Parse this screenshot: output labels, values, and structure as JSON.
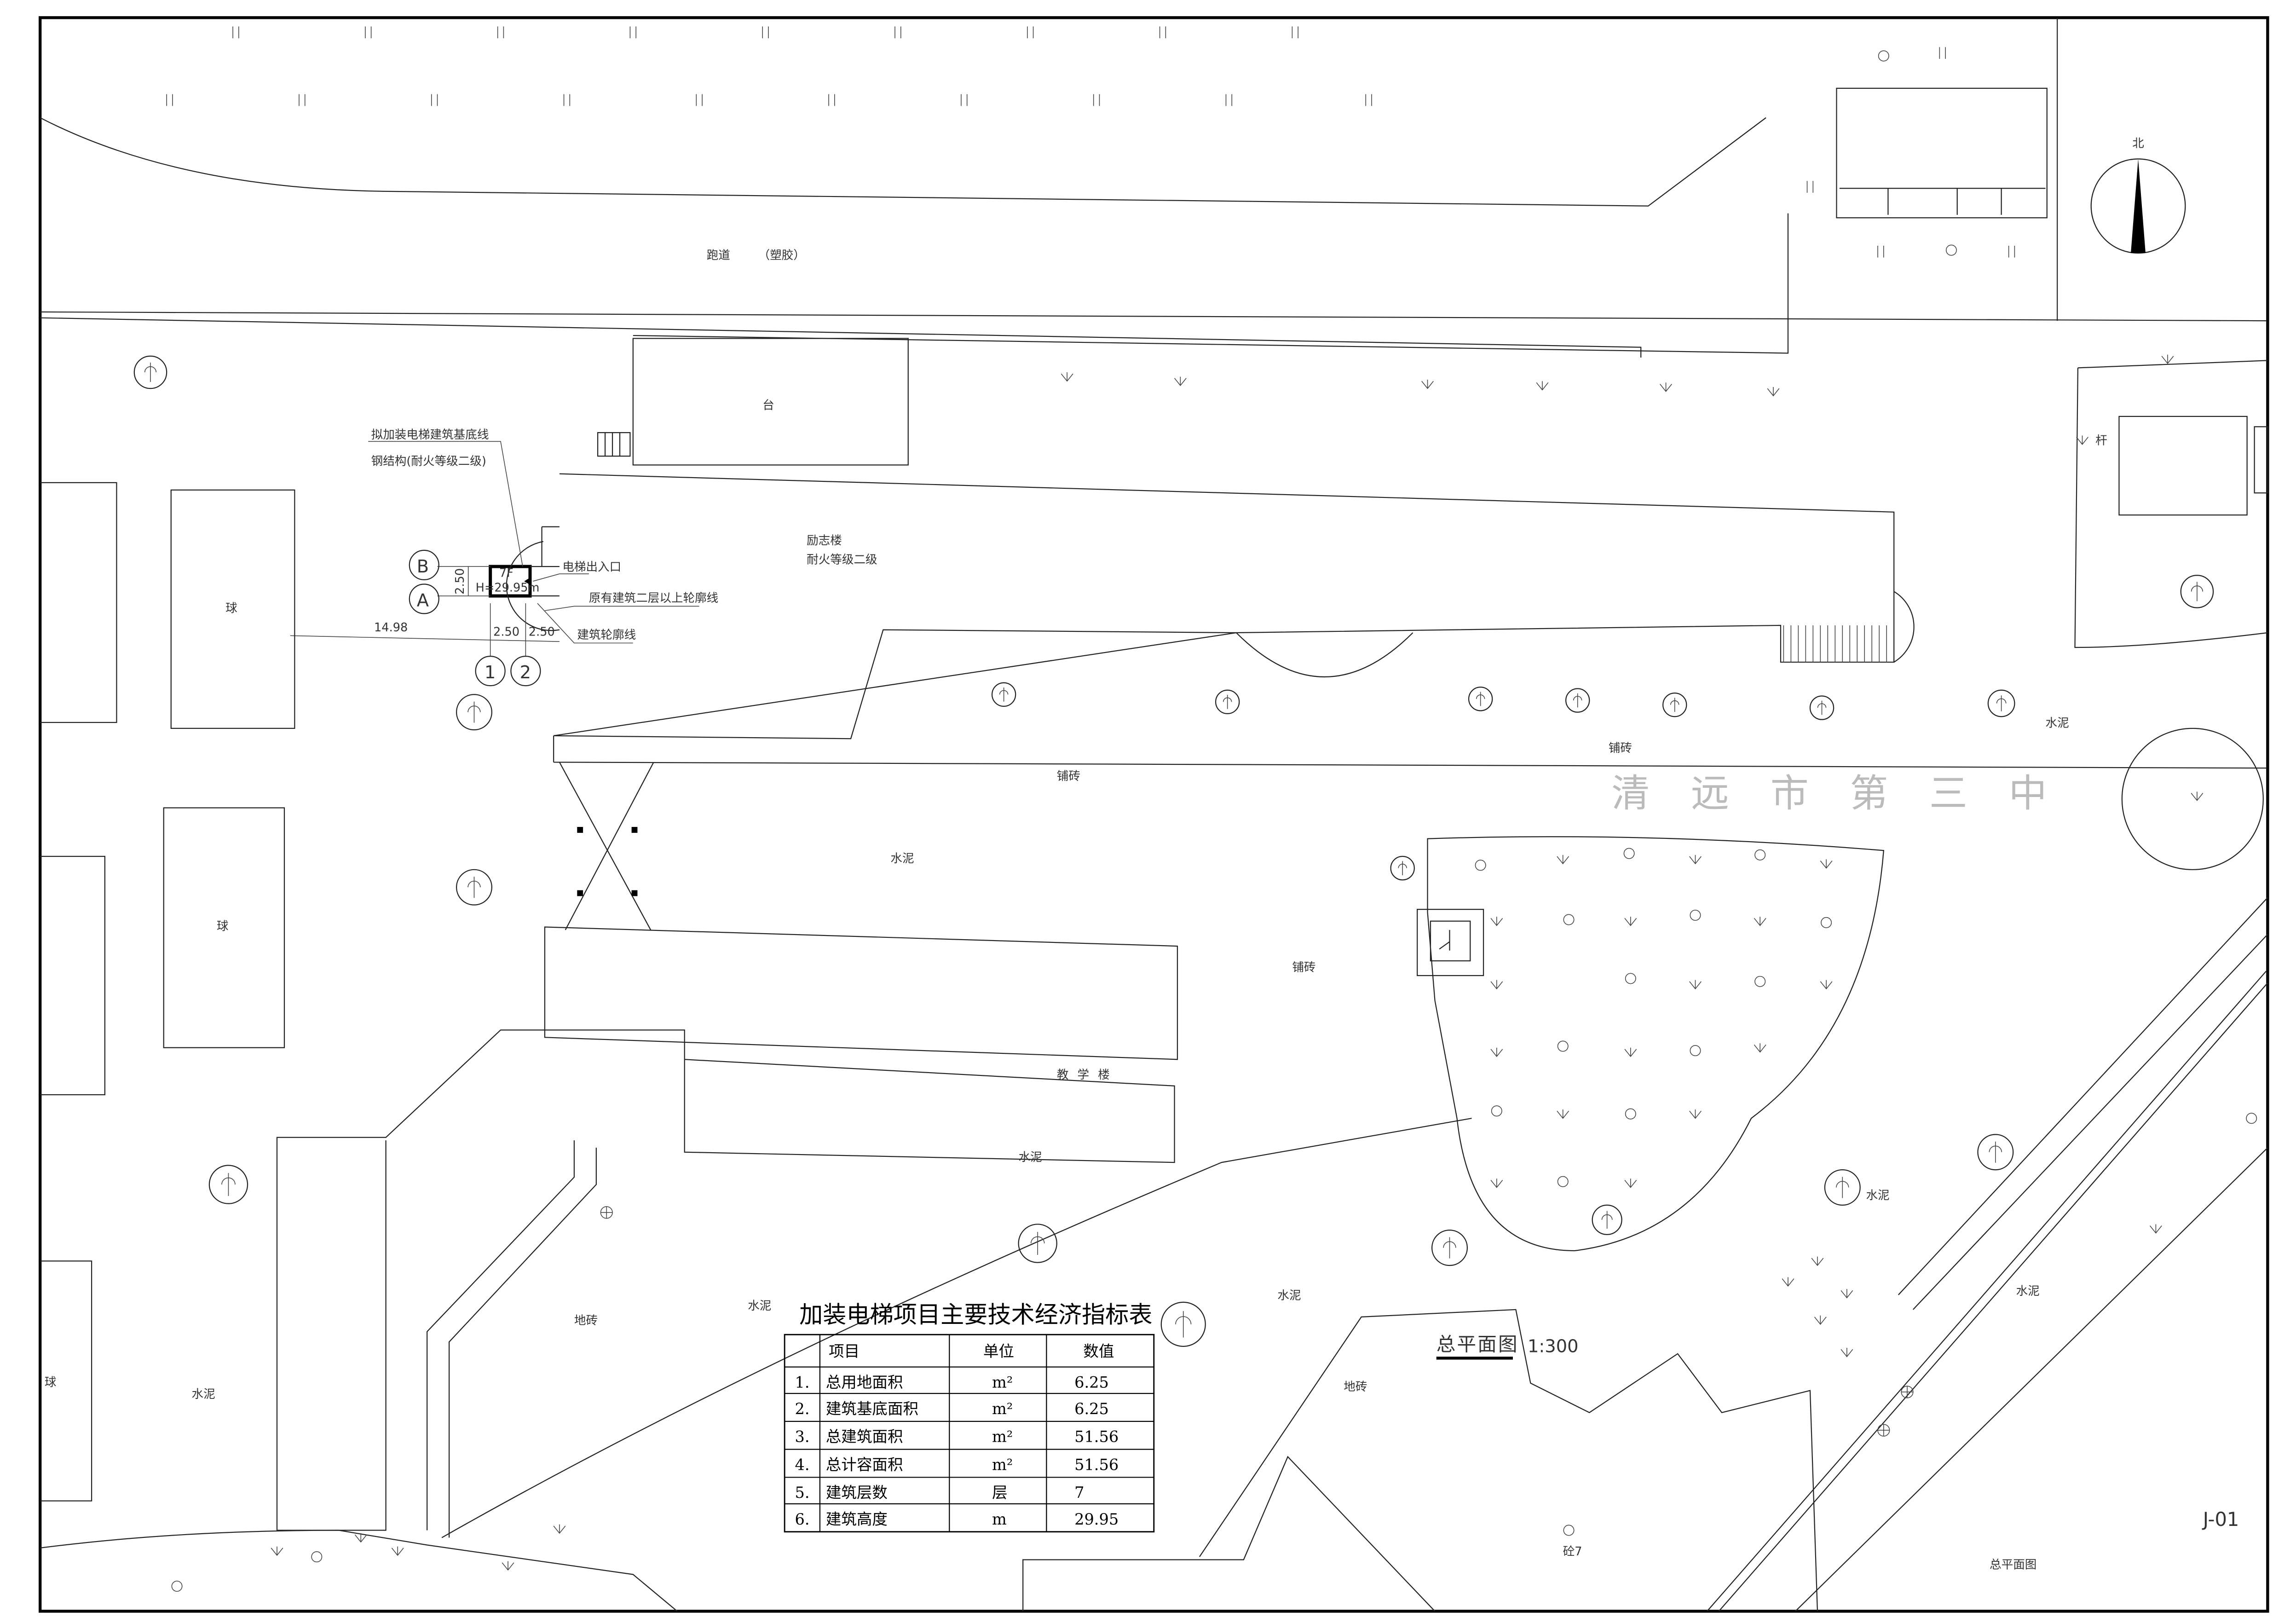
{
  "drawing": {
    "sheet_number": "J-01",
    "sheet_name": "总平面图",
    "plan_title": "总平面图",
    "plan_scale": "1:300",
    "north_label": "北",
    "school_name": "清远市第三中"
  },
  "site_labels": {
    "track": "跑道",
    "track_material": "（塑胶）",
    "platform": "台",
    "building_main": "励志楼",
    "building_main_fire": "耐火等级二级",
    "teaching_building": "教学楼",
    "court": "球",
    "cement": "水泥",
    "paving": "铺砖",
    "floor_tile": "地砖",
    "pole": "杆",
    "block": "砼7"
  },
  "elevator": {
    "note_line1": "拟加装电梯建筑基底线",
    "note_line2": "钢结构(耐火等级二级)",
    "floors": "7F",
    "height": "H=29.95m",
    "entrance_label": "电梯出入口",
    "upper_outline_label": "原有建筑二层以上轮廓线",
    "outline_label": "建筑轮廓线",
    "axis_b": "B",
    "axis_a": "A",
    "axis_1": "1",
    "axis_2": "2",
    "dim_vertical": "2.50",
    "dim_h1": "2.50",
    "dim_h2": "2.50",
    "dim_offset": "14.98"
  },
  "indicator_table": {
    "title": "加装电梯项目主要技术经济指标表",
    "headers": [
      "",
      "项目",
      "单位",
      "数值"
    ],
    "rows": [
      {
        "no": "1.",
        "item": "总用地面积",
        "unit": "m²",
        "value": "6.25"
      },
      {
        "no": "2.",
        "item": "建筑基底面积",
        "unit": "m²",
        "value": "6.25"
      },
      {
        "no": "3.",
        "item": "总建筑面积",
        "unit": "m²",
        "value": "51.56"
      },
      {
        "no": "4.",
        "item": "总计容面积",
        "unit": "m²",
        "value": "51.56"
      },
      {
        "no": "5.",
        "item": "建筑层数",
        "unit": "层",
        "value": "7"
      },
      {
        "no": "6.",
        "item": "建筑高度",
        "unit": "m",
        "value": "29.95"
      }
    ]
  }
}
